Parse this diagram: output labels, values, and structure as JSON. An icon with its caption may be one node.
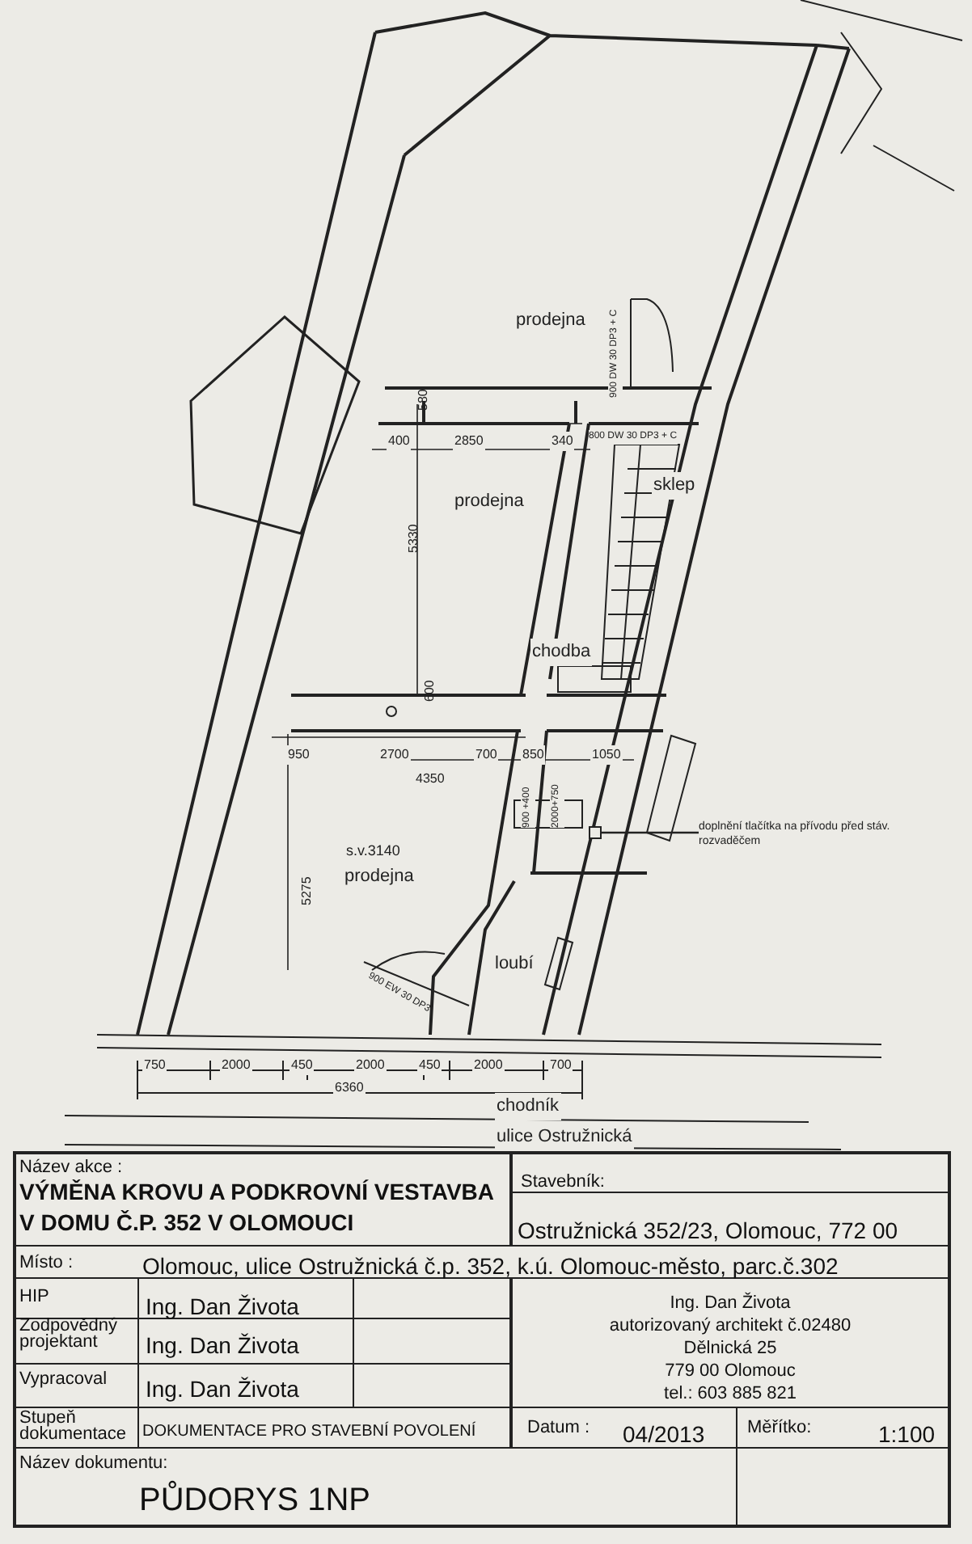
{
  "diagram": {
    "nodes": [
      {
        "text": [
          "doplnění tlačítka na přívodu před stáv. rozvaděčem"
        ]
      },
      {
        "text": [],
        "shape": "box"
      }
    ],
    "edges": [
      {
        "from": 0,
        "to": 1,
        "arrow": "none"
      }
    ],
    "labels": [
      "prodejna",
      "580",
      "400",
      "2850",
      "340",
      "900 DW 30 DP3 + C",
      "800 DW 30 DP3 + C",
      "sklep",
      "prodejna",
      "5330",
      "chodba",
      "600",
      "950",
      "2700",
      "700",
      "4350",
      "850",
      "1050",
      "900 +400",
      "2000+750",
      "s.v.3140",
      "prodejna",
      "5275",
      "900 EW 30 DP3",
      "loubí",
      "750",
      "2000",
      "450",
      "2000",
      "450",
      "2000",
      "700",
      "6360",
      "chodník",
      "ulice Ostružnická",
      "Název akce :",
      "VÝMĚNA KROVU A PODKROVNÍ VESTAVBA V DOMU Č.P. 352 V OLOMOUCI",
      "Stavebník:",
      "Ostružnická 352/23, Olomouc, 772 00",
      "Místo :",
      "Olomouc, ulice Ostružnická č.p. 352, k.ú. Olomouc-město, parc.č.302",
      "HIP",
      "Ing. Dan Života",
      "Zodpovědný projektant",
      "Ing. Dan Života",
      "Vypracoval",
      "Ing. Dan Života",
      "Ing. Dan Života",
      "autorizovaný architekt č.02480",
      "Dělnická 25",
      "779 00 Olomouc",
      "tel.: 603 885 821",
      "Stupeň dokumentace",
      "DOKUMENTACE PRO STAVEBNÍ POVOLENÍ",
      "Datum :",
      "04/2013",
      "Měřítko:",
      "1:100",
      "Název dokumentu:",
      "PŮDORYS 1NP"
    ]
  }
}
